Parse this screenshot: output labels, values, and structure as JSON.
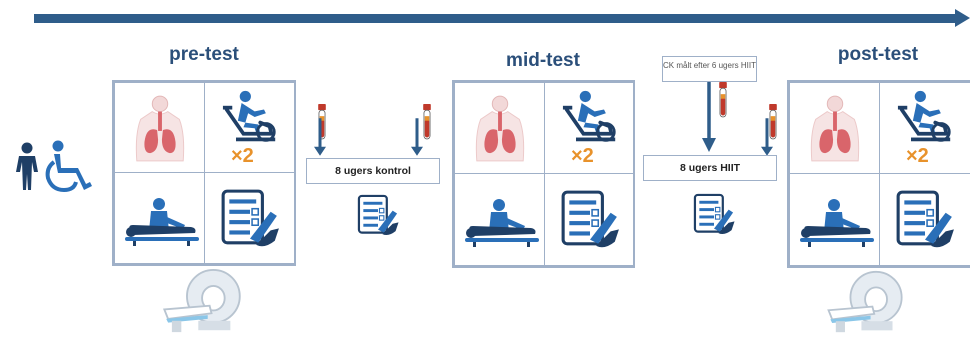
{
  "phases": {
    "pre": {
      "title": "pre-test",
      "multiplier": "×2"
    },
    "mid": {
      "title": "mid-test",
      "multiplier": "×2"
    },
    "post": {
      "title": "post-test",
      "multiplier": "×2"
    }
  },
  "periods": {
    "control": {
      "label": "8 ugers kontrol"
    },
    "hiit": {
      "label": "8 ugers HIIT",
      "note": "CK målt efter 6 ugers HIIT"
    }
  },
  "colors": {
    "timeline": "#2f5d8a",
    "primary_blue": "#2a6fb8",
    "accent_orange": "#e8922b",
    "blood_red": "#c0392b",
    "lung_red": "#d9656b",
    "grid_border": "#9fb0c8"
  },
  "icons": [
    "person-icon",
    "wheelchair-icon",
    "lungs-icon",
    "exercise-bike-icon",
    "massage-table-icon",
    "questionnaire-icon",
    "blood-tube-icon",
    "mri-scanner-icon"
  ]
}
